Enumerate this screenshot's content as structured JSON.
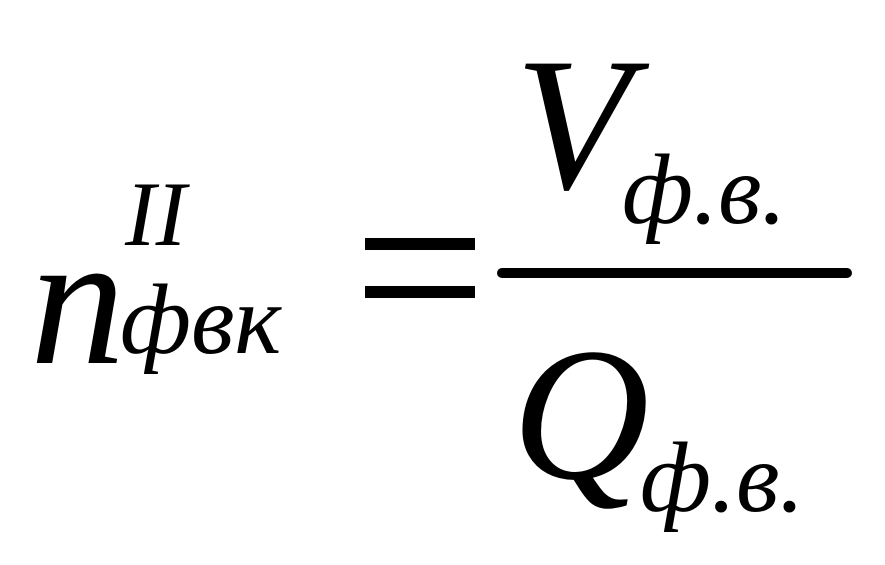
{
  "formula": {
    "lhs": {
      "symbol": "n",
      "superscript": "II",
      "subscript": "фвк"
    },
    "operator": "=",
    "numerator": {
      "symbol": "V",
      "subscript": "ф.в."
    },
    "denominator": {
      "symbol": "Q",
      "subscript": "ф.в."
    }
  }
}
